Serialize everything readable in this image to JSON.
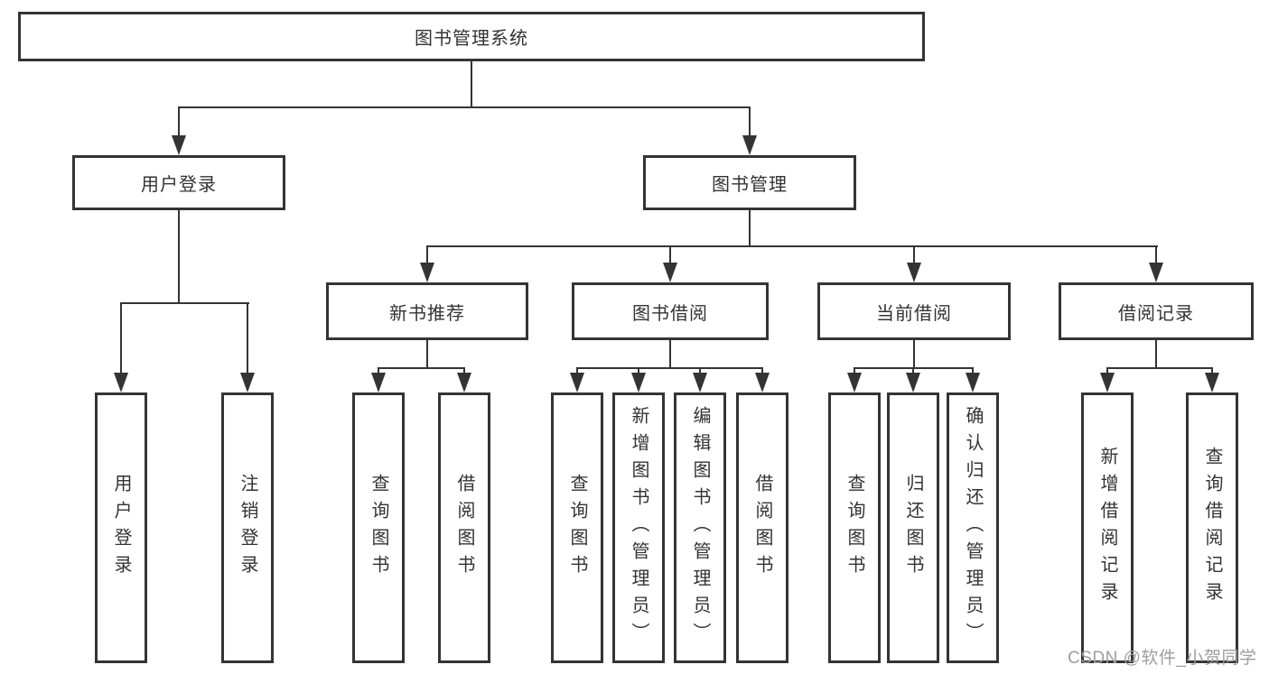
{
  "diagram": {
    "nodes": {
      "root": "图书管理系统",
      "user_login": "用户登录",
      "book_mgmt": "图书管理",
      "new_books": "新书推荐",
      "book_borrow": "图书借阅",
      "current_borrow": "当前借阅",
      "borrow_records": "借阅记录",
      "leaves_user_login": [
        "用户登录",
        "注销登录"
      ],
      "leaves_new_books": [
        "查询图书",
        "借阅图书"
      ],
      "leaves_book_borrow": [
        "查询图书",
        "新增图书（管理员）",
        "编辑图书（管理员）",
        "借阅图书"
      ],
      "leaves_current_borrow": [
        "查询图书",
        "归还图书",
        "确认归还（管理员）"
      ],
      "leaves_borrow_records": [
        "新增借阅记录",
        "查询借阅记录"
      ]
    },
    "colors": {
      "line": "#343434",
      "box_border": "#343434",
      "box_fill": "#ffffff",
      "text": "#333333",
      "watermark": "#9e9e9e"
    },
    "watermark": "CSDN @软件_小贺同学"
  }
}
